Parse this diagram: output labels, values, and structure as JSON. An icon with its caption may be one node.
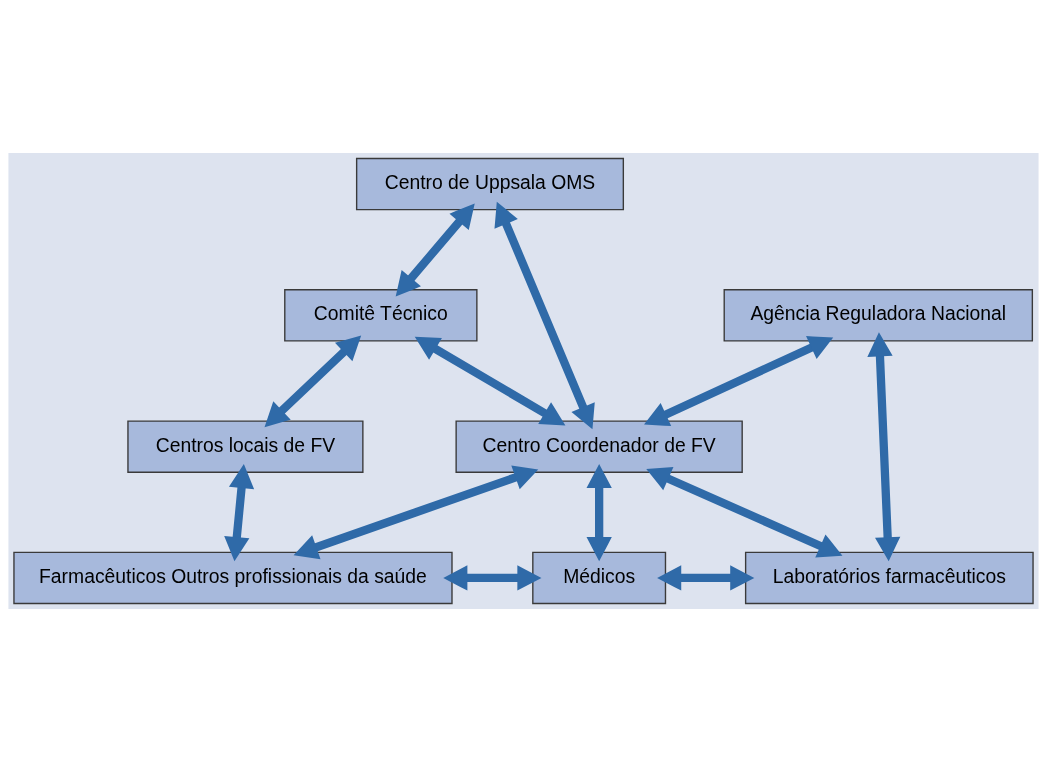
{
  "diagram": {
    "nodes": [
      {
        "text": [
          "Centro de Uppsala OMS"
        ]
      },
      {
        "text": [
          "Comitê Técnico"
        ]
      },
      {
        "text": [
          "Agência Reguladora Nacional"
        ]
      },
      {
        "text": [
          "Centro Coordenador de FV"
        ]
      },
      {
        "text": [
          "Centros locais de FV"
        ]
      },
      {
        "text": [
          "Farmacêuticos Outros profissionais da saúde"
        ]
      },
      {
        "text": [
          "Médicos"
        ]
      },
      {
        "text": [
          "Laboratórios farmacêuticos"
        ]
      }
    ],
    "edges": [
      {
        "from": 0,
        "to": 1,
        "arrow": "both"
      },
      {
        "from": 0,
        "to": 3,
        "arrow": "both"
      },
      {
        "from": 1,
        "to": 3,
        "arrow": "both"
      },
      {
        "from": 2,
        "to": 3,
        "arrow": "both"
      },
      {
        "from": 1,
        "to": 4,
        "arrow": "both"
      },
      {
        "from": 3,
        "to": 5,
        "arrow": "both"
      },
      {
        "from": 3,
        "to": 6,
        "arrow": "both"
      },
      {
        "from": 3,
        "to": 7,
        "arrow": "both"
      },
      {
        "from": 2,
        "to": 7,
        "arrow": "both"
      },
      {
        "from": 4,
        "to": 5,
        "arrow": "both"
      },
      {
        "from": 5,
        "to": 6,
        "arrow": "both"
      },
      {
        "from": 6,
        "to": 7,
        "arrow": "both"
      }
    ]
  }
}
